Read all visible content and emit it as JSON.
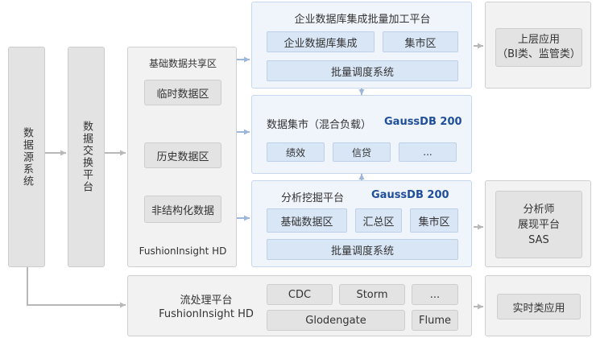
{
  "source": {
    "label": "数据源系统"
  },
  "exchange": {
    "label": "数据交换平台"
  },
  "sharing_zone": {
    "title": "基础数据共享区",
    "temp": "临时数据区",
    "history": "历史数据区",
    "unstructured": "非结构化数据",
    "footer": "FushionInsight HD"
  },
  "batch_platform": {
    "title": "企业数据库集成批量加工平台",
    "integration": "企业数据库集成",
    "mart": "集市区",
    "scheduler": "批量调度系统"
  },
  "data_mart": {
    "title": "数据集市（混合负载）",
    "engine": "GaussDB 200",
    "items": [
      "绩效",
      "信贷",
      "..."
    ]
  },
  "analytics": {
    "title": "分析挖掘平台",
    "engine": "GaussDB 200",
    "base": "基础数据区",
    "summary": "汇总区",
    "mart": "集市区",
    "scheduler": "批量调度系统"
  },
  "upper_apps": {
    "line1": "上层应用",
    "line2": "（BI类、监管类）"
  },
  "analyst": {
    "line1": "分析师",
    "line2": "展现平台",
    "line3": "SAS"
  },
  "stream": {
    "title_line1": "流处理平台",
    "title_line2": "FushionInsight HD",
    "tools": [
      "CDC",
      "Storm",
      "...",
      "Glodengate",
      "Flume"
    ]
  },
  "realtime": {
    "label": "实时类应用"
  }
}
